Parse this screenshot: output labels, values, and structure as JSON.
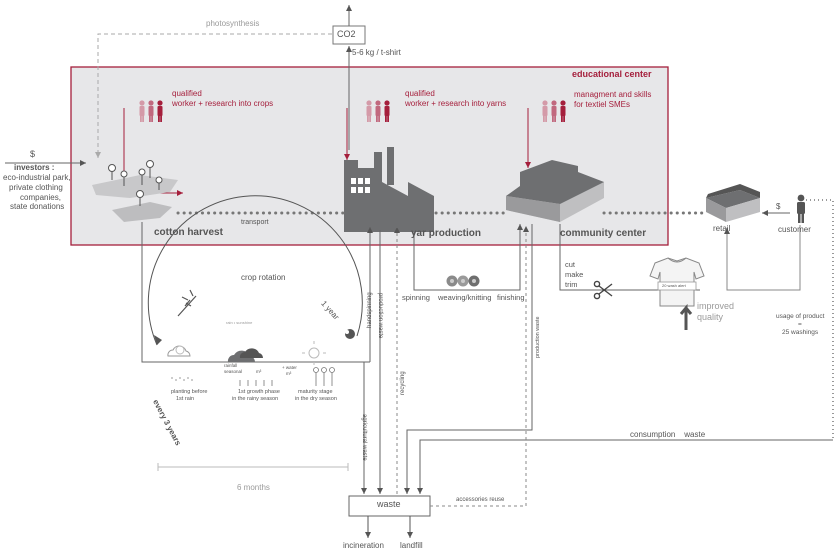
{
  "colors": {
    "accent_red": "#a51f3c",
    "panel_fill": "#e7e7e9",
    "grey_dark": "#555555",
    "grey_mid": "#8a8a8a",
    "icon_grey": "#6e6f71"
  },
  "labels": {
    "photosynthesis": "photosynthesis",
    "co2": "CO2",
    "co2_amount": "5-6 kg / t-shirt",
    "educational_center": "educational center",
    "qualified_crops_1": "qualified",
    "qualified_crops_2": "worker + research into crops",
    "qualified_yarns_1": "qualified",
    "qualified_yarns_2": "worker + research into yarns",
    "management_1": "managment and skills",
    "management_2": "for textiel SMEs",
    "dollar": "$",
    "investors_title": "investors :",
    "investors_l1": "eco-industrial park,",
    "investors_l2": "private clothing",
    "investors_l3": "companies,",
    "investors_l4": "state donations",
    "cotton_harvest": "cotton harvest",
    "transport": "transport",
    "yar_production": "yar production",
    "community_center": "community center",
    "retail": "retail",
    "customer": "customer",
    "dollar_customer": "$",
    "spinning": "spinning",
    "weaving_knitting": "weaving/knitting",
    "finishing": "finishing",
    "cut": "cut",
    "make": "make",
    "trim": "trim",
    "tshirt_label": "20 wash alert",
    "improved_1": "improved",
    "improved_2": "quality",
    "usage_1": "usage of product",
    "usage_2": "=",
    "usage_3": "25 washings",
    "crop_rotation": "crop rotation",
    "one_year": "1 year",
    "every_3_years": "every 3 years",
    "six_months": "6 months",
    "circle_note": "rain • sunshine",
    "planting_1": "planting before",
    "planting_2": "1st rain",
    "growth_1": "1st growth phase",
    "growth_2": "in the rainy season",
    "maturity_1": "maturity stage",
    "maturity_2": "in the dry season",
    "rainfall_1": "rainfall",
    "rainfall_2": "seasonal",
    "rainfall_3": "m³",
    "water_1": "+ water",
    "water_2": "m³",
    "handspinning": "handspinning",
    "production_waste": "production waste",
    "recycling": "recycling",
    "agricultural_waste": "agricultural waste",
    "production_waste_2": "production waste",
    "consumption_waste": "consumption    waste",
    "waste": "waste",
    "accessories_reuse": "accessories reuse",
    "incineration": "incineration",
    "landfill": "landfill"
  }
}
